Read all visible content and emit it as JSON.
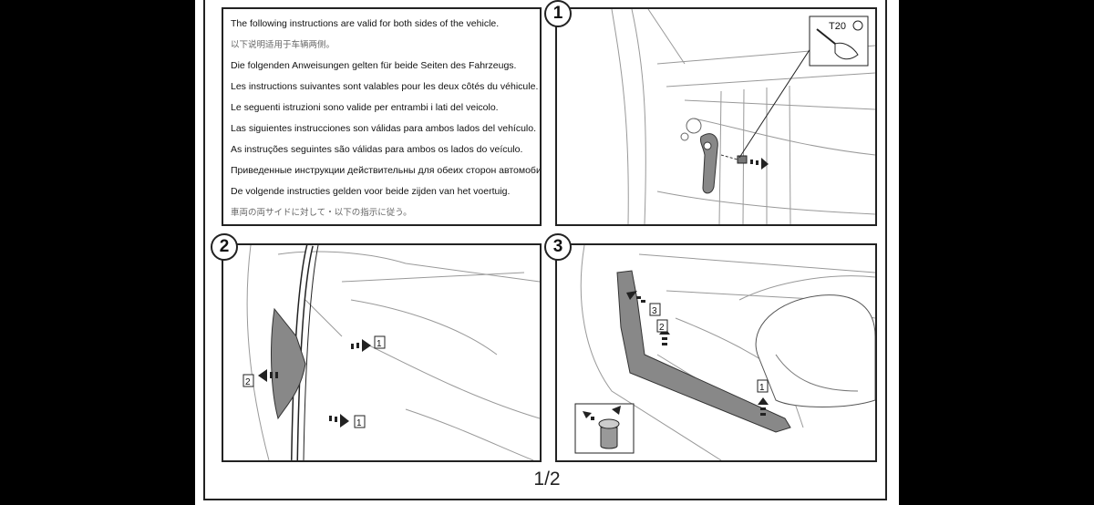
{
  "instructions": [
    {
      "text": "The following instructions are valid for both sides of the vehicle.",
      "cjk": false
    },
    {
      "text": "以下说明适用于车辆两侧。",
      "cjk": true
    },
    {
      "text": "Die folgenden Anweisungen gelten für beide Seiten des Fahrzeugs.",
      "cjk": false
    },
    {
      "text": "Les instructions suivantes sont valables pour les deux côtés du véhicule.",
      "cjk": false
    },
    {
      "text": "Le seguenti istruzioni sono valide per entrambi i lati del veicolo.",
      "cjk": false
    },
    {
      "text": "Las siguientes instrucciones son válidas para ambos lados del vehículo.",
      "cjk": false
    },
    {
      "text": "As instruções seguintes são válidas para ambos os lados do veículo.",
      "cjk": false
    },
    {
      "text": "Приведенные инструкции действительны для обеих сторон автомобиля.",
      "cjk": false
    },
    {
      "text": "De volgende instructies gelden voor beide zijden van het voertuig.",
      "cjk": false
    },
    {
      "text": "車両の両サイドに対して・以下の指示に従う。",
      "cjk": true
    }
  ],
  "steps": {
    "step1": {
      "number": "1",
      "tool_label": "T20"
    },
    "step2": {
      "number": "2",
      "callouts": [
        "1",
        "2",
        "1"
      ]
    },
    "step3": {
      "number": "3",
      "callouts": [
        "3",
        "2",
        "1"
      ]
    }
  },
  "page_number": "1/2"
}
